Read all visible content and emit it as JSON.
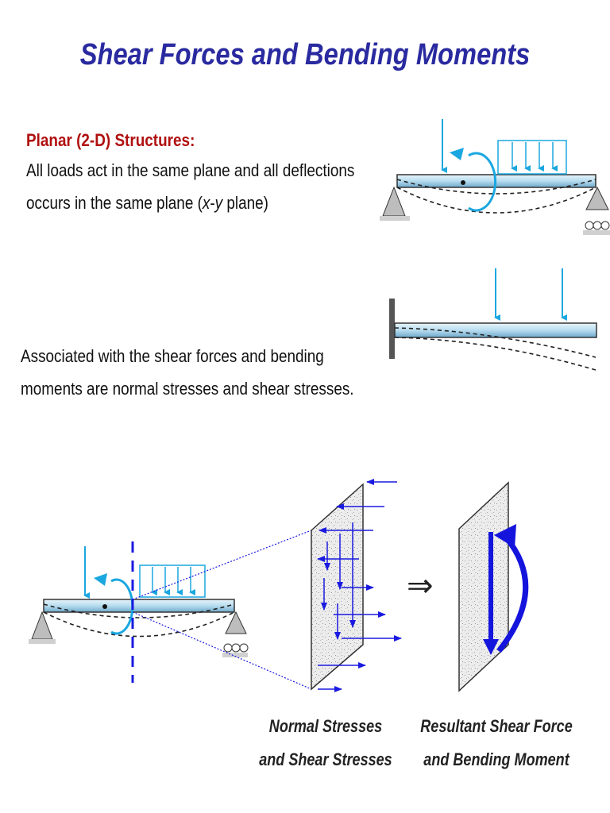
{
  "title": "Shear Forces and Bending Moments",
  "planar": {
    "heading": "Planar (2-D) Structures:",
    "line1": "All loads act in the same plane and all deflections",
    "line2_pre": "occurs in the same plane (",
    "line2_x": "x",
    "line2_dash": "-",
    "line2_y": "y",
    "line2_post": " plane)"
  },
  "associated": {
    "line1": "Associated with the shear forces and bending",
    "line2": "moments are normal stresses and shear stresses."
  },
  "captions": {
    "normal_line1": "Normal Stresses",
    "normal_line2": "and Shear Stresses",
    "resultant_line1": "Resultant Shear Force",
    "resultant_line2": "and Bending Moment"
  },
  "implies_symbol": "⇒",
  "colors": {
    "title": "#2a2aa0",
    "heading": "#b01010",
    "load_arrow": "#1aa7e0",
    "stress_arrow": "#1a1ae0",
    "section_line": "#1a1ae0",
    "resultant_arrow": "#1414dd"
  }
}
